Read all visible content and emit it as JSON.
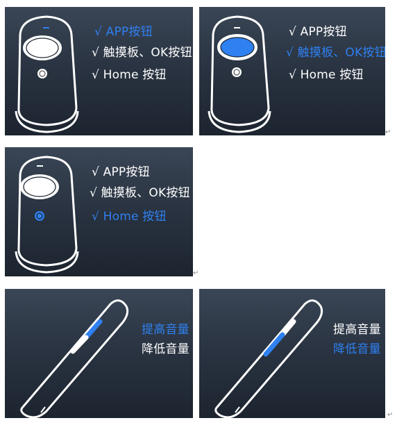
{
  "panel1": {
    "labels": [
      "√ APP按钮",
      "√ 触摸板、OK按钮",
      "√ Home 按钮"
    ],
    "active": 0
  },
  "panel2": {
    "labels": [
      "√ APP按钮",
      "√ 触摸板、OK按钮",
      "√ Home 按钮"
    ],
    "active": 1
  },
  "panel3": {
    "labels": [
      "√ APP按钮",
      "√ 触摸板、OK按钮",
      "√ Home 按钮"
    ],
    "active": 2
  },
  "panel4": {
    "labels": [
      "提高音量",
      "降低音量"
    ],
    "active": 0
  },
  "panel5": {
    "labels": [
      "提高音量",
      "降低音量"
    ],
    "active": 1
  },
  "paragraph_mark": "↵",
  "colors": {
    "highlight": "#2f80f0",
    "panel_bg": "#26303d",
    "outline": "#ffffff"
  }
}
